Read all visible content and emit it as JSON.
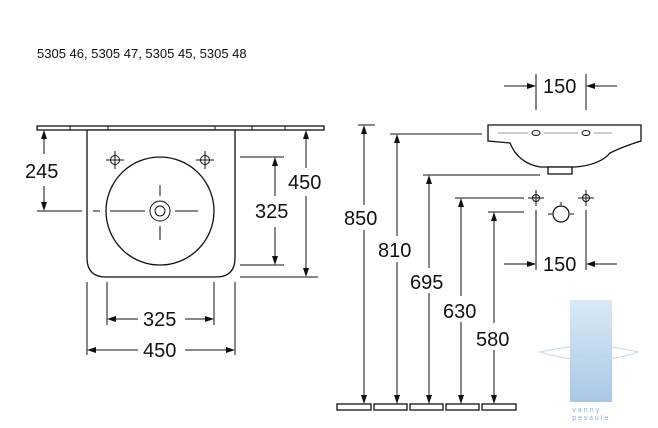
{
  "header": {
    "article_numbers": "5305 46, 5305 47, 5305 45, 5305 48"
  },
  "top_view": {
    "dim_offset": "245",
    "dim_bowl_height": "325",
    "dim_depth": "450",
    "dim_bowl_width": "325",
    "dim_width": "450"
  },
  "side_view": {
    "dim_tap_spacing_top": "150",
    "dim_850": "850",
    "dim_810": "810",
    "dim_695": "695",
    "dim_630": "630",
    "dim_580": "580",
    "dim_tap_spacing_wall": "150"
  },
  "watermark": {
    "line1": "vanny",
    "line2": "pesaule",
    "color": "#8fb4d6"
  }
}
